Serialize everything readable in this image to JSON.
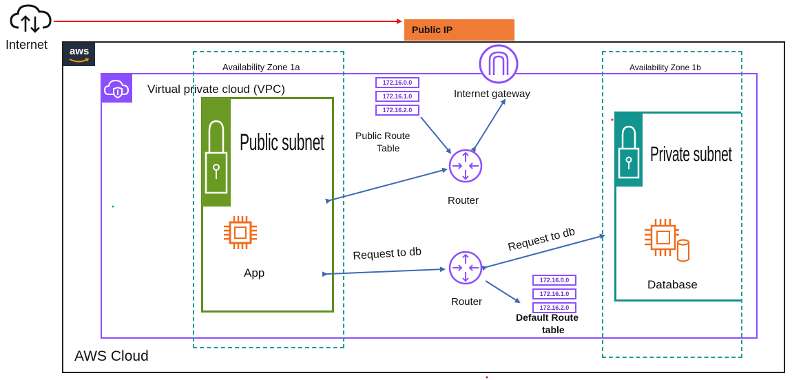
{
  "internet": {
    "label": "Internet"
  },
  "public_ip": {
    "label": "Public IP"
  },
  "aws": {
    "logo_text": "aws",
    "cloud_label": "AWS Cloud"
  },
  "vpc": {
    "label": "Virtual private cloud (VPC)"
  },
  "zones": {
    "a": "Availability Zone 1a",
    "b": "Availability Zone 1b"
  },
  "internet_gateway": {
    "label": "Internet gateway"
  },
  "public_route_table": {
    "label_line1": "Public Route",
    "label_line2": "Table",
    "entries": [
      "172.16.0.0",
      "172.16.1.0",
      "172.16.2.0"
    ]
  },
  "default_route_table": {
    "label_line1": "Default Route",
    "label_line2": "table",
    "entries": [
      "172.16.0.0",
      "172.16.1.0",
      "172.16.2.0"
    ]
  },
  "router_public": {
    "label": "Router"
  },
  "router_private": {
    "label": "Router"
  },
  "public_subnet": {
    "label": "Public subnet"
  },
  "private_subnet": {
    "label": "Private subnet"
  },
  "app": {
    "label": "App"
  },
  "database": {
    "label": "Database"
  },
  "connections": {
    "app_to_router": "Request to db",
    "router_to_db": "Request to db"
  },
  "colors": {
    "vpc": "#8c4fff",
    "public_subnet": "#5e8e1f",
    "private_subnet": "#12908b",
    "zone_border": "#1a9e97",
    "public_ip_bg": "#ef7b36",
    "compute": "#f06c1c",
    "arrow": "#3f68b5",
    "internet_arrow": "#e8161b"
  }
}
